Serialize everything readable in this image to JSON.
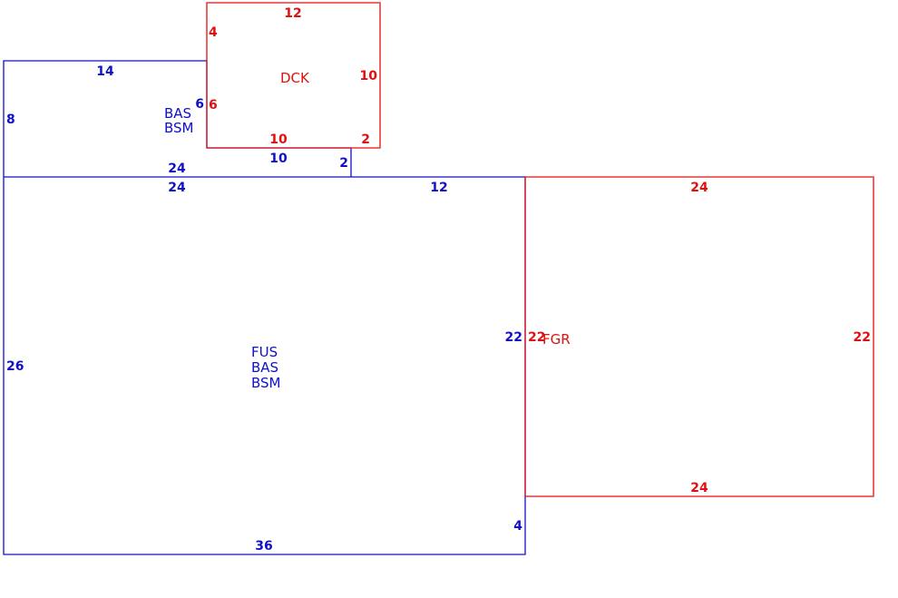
{
  "colors": {
    "blue": "#1010c8",
    "red": "#e01010",
    "background": "#ffffff"
  },
  "areas": [
    {
      "id": "fus-bas-bsm",
      "label_lines": [
        "FUS",
        "BAS",
        "BSM"
      ],
      "color": "blue",
      "dimensions": [
        "24",
        "12",
        "22",
        "4",
        "36",
        "26"
      ]
    },
    {
      "id": "bas-bsm",
      "label_lines": [
        "BAS",
        "BSM"
      ],
      "color": "blue",
      "dimensions": [
        "14",
        "6",
        "2",
        "10",
        "24",
        "8"
      ]
    },
    {
      "id": "dck",
      "label_lines": [
        "DCK"
      ],
      "color": "red",
      "dimensions": [
        "12",
        "10",
        "2",
        "10",
        "6",
        "4"
      ]
    },
    {
      "id": "fgr",
      "label_lines": [
        "FGR"
      ],
      "color": "red",
      "dimensions": [
        "24",
        "22",
        "24",
        "22"
      ]
    }
  ]
}
